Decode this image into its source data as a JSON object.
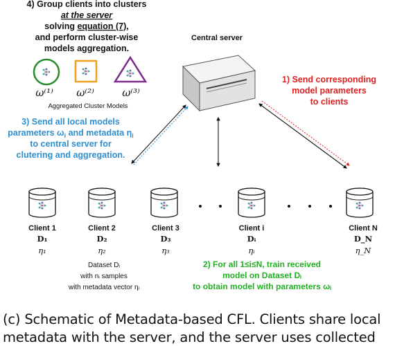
{
  "step4": {
    "line1": "4) Group clients into clusters",
    "line2": "at the server",
    "line3_pre": "solving ",
    "line3_eq": "equation (7)",
    "line3_post": ",",
    "line4": "and perform cluster-wise",
    "line5": "models aggregation."
  },
  "cluster_models": {
    "labels": [
      "ω⁽¹⁾",
      "ω⁽²⁾",
      "ω⁽³⁾"
    ],
    "caption": "Aggregated Cluster Models"
  },
  "server": {
    "label": "Central server"
  },
  "step1": {
    "line1": "1) Send corresponding",
    "line2": "model parameters",
    "line3": "to clients"
  },
  "step3": {
    "line1": "3) Send all local models",
    "line2": "parameters ω",
    "line2_sub": "i",
    "line2_mid": " and metadata η",
    "line2_sub2": "i",
    "line3": "to central server for",
    "line4": "clutering and aggregation."
  },
  "clients": [
    {
      "name": "Client 1",
      "dataset": "D₁",
      "meta": "η₁"
    },
    {
      "name": "Client 2",
      "dataset": "D₂",
      "meta": "η₂"
    },
    {
      "name": "Client 3",
      "dataset": "D₃",
      "meta": "η₃"
    },
    {
      "name": "Client i",
      "dataset": "Dᵢ",
      "meta": "ηᵢ"
    },
    {
      "name": "Client N",
      "dataset": "D_N",
      "meta": "η_N"
    }
  ],
  "dataset_note": {
    "line1": "Dataset Dᵢ",
    "line2": "with nᵢ samples",
    "line3": "with metadata vector ηᵢ"
  },
  "step2": {
    "line1": "2) For all 1≤i≤N, train received",
    "line2": "model on Dataset Dᵢ",
    "line3": "to obtain model with parameters ωᵢ"
  },
  "caption": {
    "line1": "(c) Schematic of Metadata-based CFL. Clients share local",
    "line2": "metadata with the server, and the server uses collected"
  },
  "colors": {
    "red": "#e02020",
    "blue": "#2f8fd0",
    "green": "#22b022",
    "orange": "#f0a020",
    "purple": "#7a2a8a",
    "darkgreen": "#2a8a2a"
  }
}
